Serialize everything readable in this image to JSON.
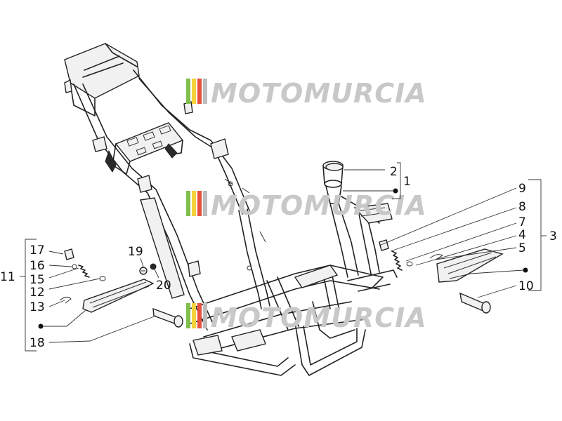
{
  "watermark": {
    "text": "MOTOMURCIA",
    "stripe_colors": [
      "#7fbf4d",
      "#f2d33c",
      "#e6503c",
      "#bdbdbd"
    ]
  },
  "callouts": {
    "c1": "1",
    "c2": "2",
    "c3": "3",
    "c4": "4",
    "c5": "5",
    "c6": "7",
    "c7": "8",
    "c8": "9",
    "c9": "10",
    "c10": "11",
    "c11": "12",
    "c12": "13",
    "c13": "15",
    "c14": "16",
    "c15": "17",
    "c16": "18",
    "c17": "19",
    "c18": "20"
  },
  "colors": {
    "line": "#222222",
    "watermark": "#c8c8c8",
    "background": "#ffffff"
  }
}
